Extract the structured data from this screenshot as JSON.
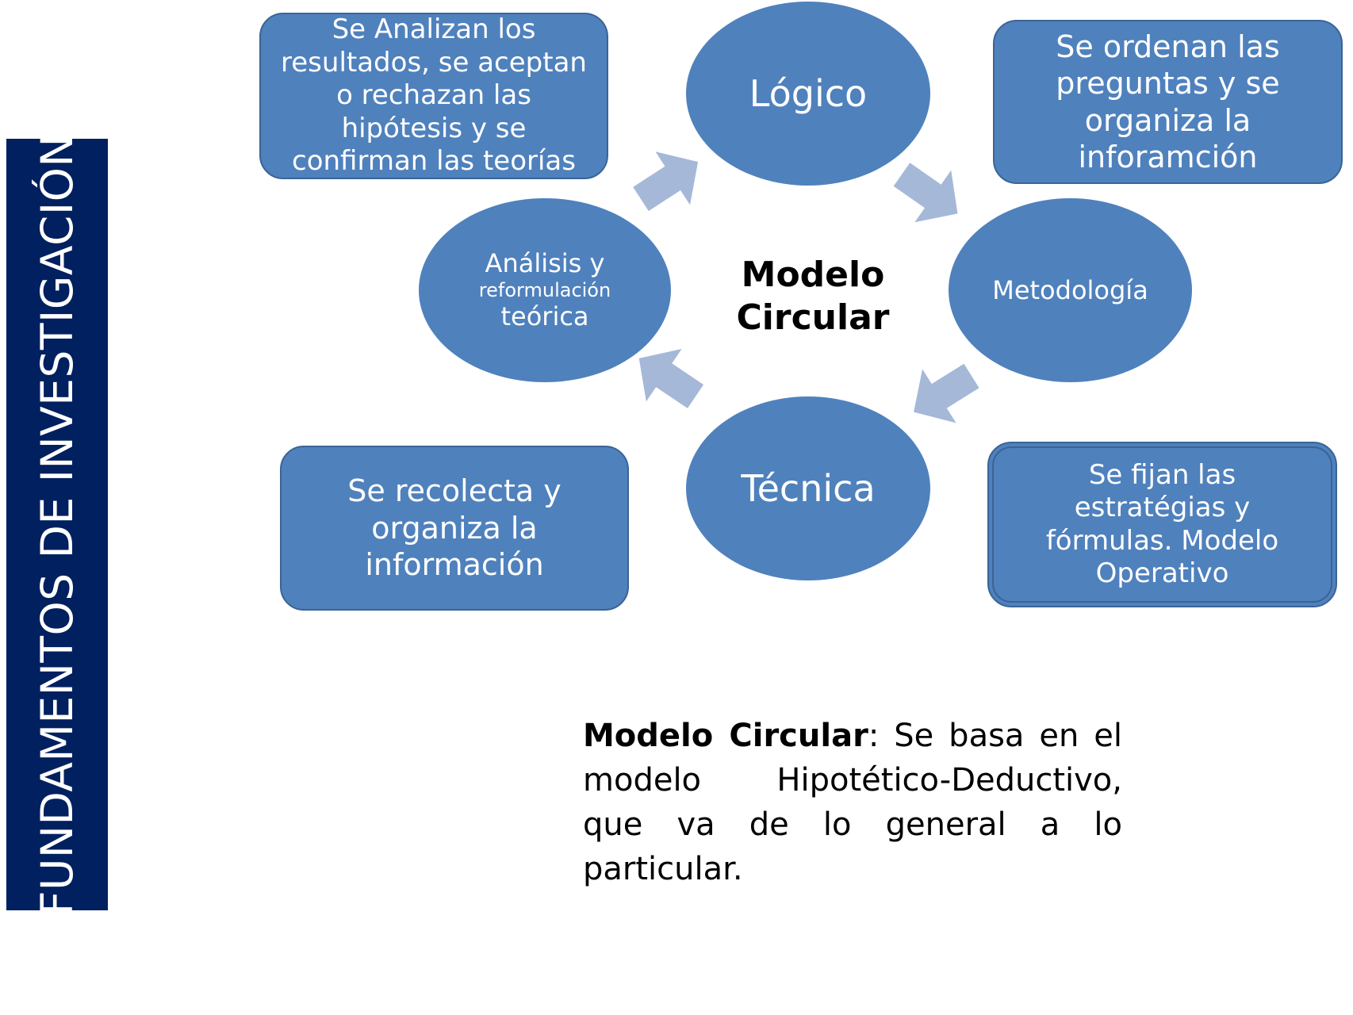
{
  "side_banner": {
    "text": "FUNDAMENTOS DE INVESTIGACIÓN",
    "color": "#002060"
  },
  "colors": {
    "node_fill": "#4f81bd",
    "node_border": "#3b6496",
    "arrow_fill": "#a5b8d8"
  },
  "center": {
    "line1": "Modelo",
    "line2": "Circular"
  },
  "stages": {
    "logico": "Lógico",
    "metodologia": "Metodología",
    "tecnica": "Técnica",
    "analisis": {
      "line1": "Análisis y",
      "line2": "reformulación",
      "line3": "teórica"
    }
  },
  "notes": {
    "top_left": "Se Analizan los resultados, se aceptan o rechazan las hipótesis y se confirman las teorías",
    "top_right": "Se ordenan las preguntas y se organiza la inforamción",
    "bottom_right": "Se fijan las estratégias y fórmulas. Modelo Operativo",
    "bottom_left": "Se recolecta y organiza la información"
  },
  "caption": {
    "term": "Modelo Circular",
    "text": ": Se basa en el modelo Hipotético-Deductivo, que va de lo general a lo particular."
  }
}
